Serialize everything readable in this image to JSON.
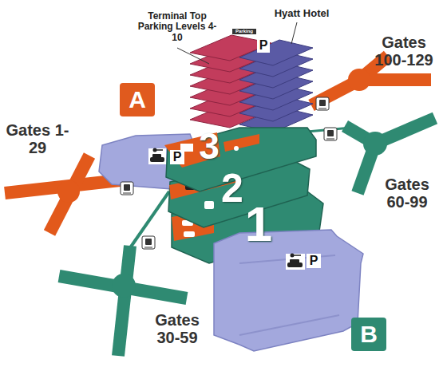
{
  "diagram": {
    "nodes": [
      {
        "text": [
          "A"
        ]
      },
      {
        "text": [
          "B"
        ]
      }
    ],
    "labels": [
      "Terminal Top Parking Levels 4-10",
      "Hyatt Hotel",
      "Parking",
      "P",
      "Gates 100-129",
      "Gates 1-29",
      "P",
      "3",
      "2",
      "1",
      "Gates 60-99",
      "Gates 30-59",
      "P"
    ]
  }
}
